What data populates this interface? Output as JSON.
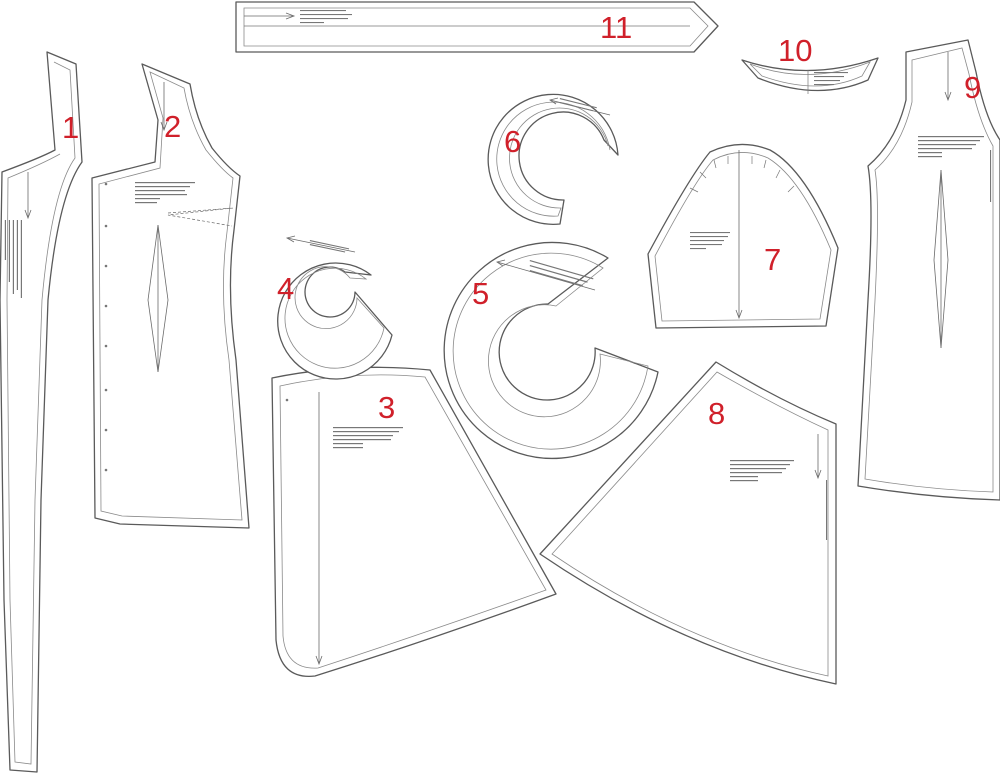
{
  "pieces": [
    {
      "id": "1",
      "number": "1"
    },
    {
      "id": "2",
      "number": "2"
    },
    {
      "id": "3",
      "number": "3"
    },
    {
      "id": "4",
      "number": "4"
    },
    {
      "id": "5",
      "number": "5"
    },
    {
      "id": "6",
      "number": "6"
    },
    {
      "id": "7",
      "number": "7"
    },
    {
      "id": "8",
      "number": "8"
    },
    {
      "id": "9",
      "number": "9"
    },
    {
      "id": "10",
      "number": "10"
    },
    {
      "id": "11",
      "number": "11"
    }
  ],
  "colors": {
    "number": "#d0202a",
    "outline": "#5a5a5a",
    "background": "#ffffff"
  }
}
